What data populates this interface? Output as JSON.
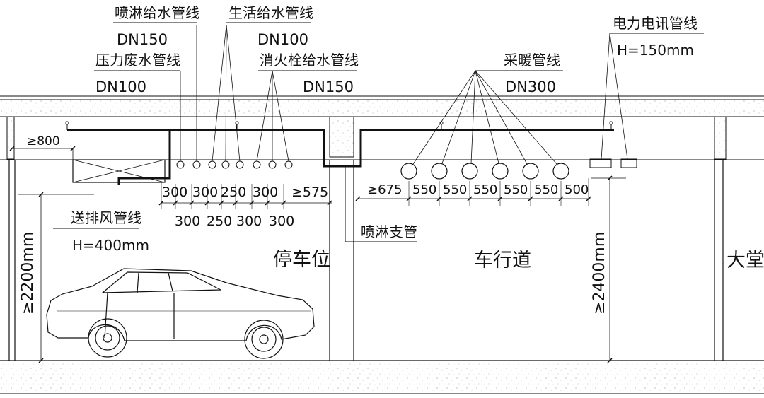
{
  "labels": {
    "sprinkler_supply": {
      "name": "喷淋给水管线",
      "size": "DN150"
    },
    "domestic_supply": {
      "name": "生活给水管线",
      "size": "DN100"
    },
    "pressure_waste": {
      "name": "压力废水管线",
      "size": "DN100"
    },
    "hydrant_supply": {
      "name": "消火栓给水管线",
      "size": "DN150"
    },
    "heating": {
      "name": "采暖管线",
      "size": "DN300"
    },
    "power_telecom": {
      "name": "电力电讯管线",
      "size": "H=150mm"
    },
    "ventilation_duct": {
      "name": "送排风管线",
      "size": "H=400mm"
    },
    "sprinkler_branch": "喷淋支管"
  },
  "zones": {
    "parking": "停车位",
    "driveway": "车行道",
    "lobby": "大堂"
  },
  "dims": {
    "duct_clearance": "≥800",
    "parking_height": "≥2200mm",
    "driveway_height": "≥2400mm",
    "left_top": [
      "300",
      "300",
      "250",
      "300",
      "≥575"
    ],
    "left_bottom": [
      "300",
      "250",
      "300",
      "300"
    ],
    "right_row": [
      "≥675",
      "550",
      "550",
      "550",
      "550",
      "550",
      "500"
    ]
  },
  "colors": {
    "line": "#111111",
    "hatch": "#9a9a9a",
    "background": "#ffffff"
  }
}
